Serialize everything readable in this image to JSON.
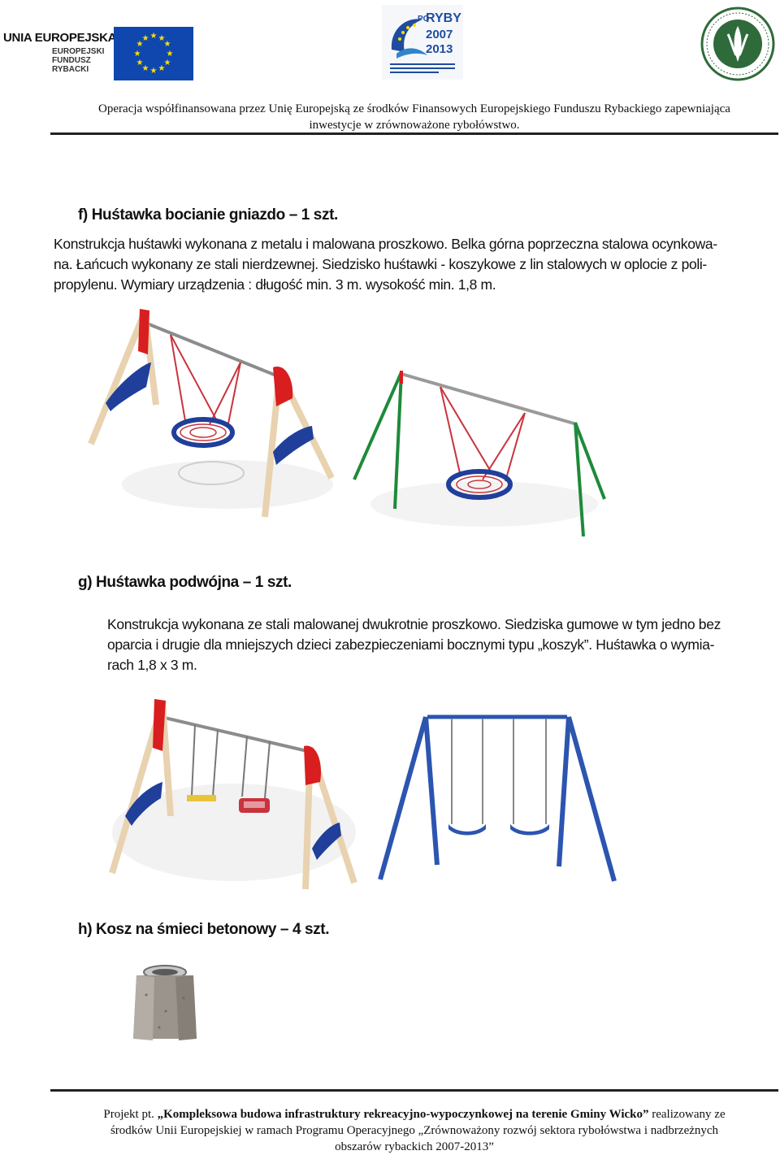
{
  "header": {
    "eu_line1": "UNIA EUROPEJSKA",
    "eu_line2": "EUROPEJSKI",
    "eu_line3": "FUNDUSZ",
    "eu_line4": "RYBACKI",
    "po_line1": "PO",
    "po_line2": "RYBY",
    "po_line3": "2007",
    "po_line4": "2013",
    "note_line1": "Operacja współfinansowana przez Unię Europejską ze środków Finansowych Europejskiego Funduszu Rybackiego zapewniająca",
    "note_line2": "inwestycje w zrównoważone rybołówstwo."
  },
  "section_f": {
    "title": "f)    Huśtawka bocianie gniazdo – 1 szt.",
    "lines": [
      "Konstrukcja huśtawki wykonana z metalu i malowana proszkowo. Belka górna poprzeczna stalowa ocynkowa-",
      "na. Łańcuch wykonany ze stali nierdzewnej. Siedzisko huśtawki - koszykowe z lin stalowych w oplocie z poli-",
      "propylenu. Wymiary urządzenia : długość min. 3 m. wysokość min. 1,8 m."
    ]
  },
  "section_g": {
    "title": "g)   Huśtawka podwójna – 1 szt.",
    "lines": [
      "Konstrukcja wykonana ze stali malowanej dwukrotnie proszkowo. Siedziska gumowe w tym jedno bez",
      "oparcia i drugie dla mniejszych dzieci zabezpieczeniami bocznymi typu „koszyk”. Huśtawka o wymia-",
      "rach 1,8 x 3 m."
    ]
  },
  "section_h": {
    "title": "h)   Kosz na śmieci betonowy – 4 szt."
  },
  "footer": {
    "line1_pre": "Projekt pt. ",
    "line1_bold": "„Kompleksowa budowa infrastruktury rekreacyjno-wypoczynkowej na terenie Gminy Wicko”",
    "line1_post": " realizowany ze",
    "line2": "środków Unii Europejskiej w ramach Programu Operacyjnego „Zrównoważony rozwój sektora rybołówstwa i nadbrzeżnych",
    "line3": "obszarów rybackich 2007-2013”"
  },
  "colors": {
    "wood": "#e8d2b0",
    "blue": "#1f3f9a",
    "red": "#d81e1e",
    "green": "#1e8a3a",
    "rope": "#c9333d",
    "steel_blue": "#2c55b0",
    "concrete": "#9a948c"
  }
}
